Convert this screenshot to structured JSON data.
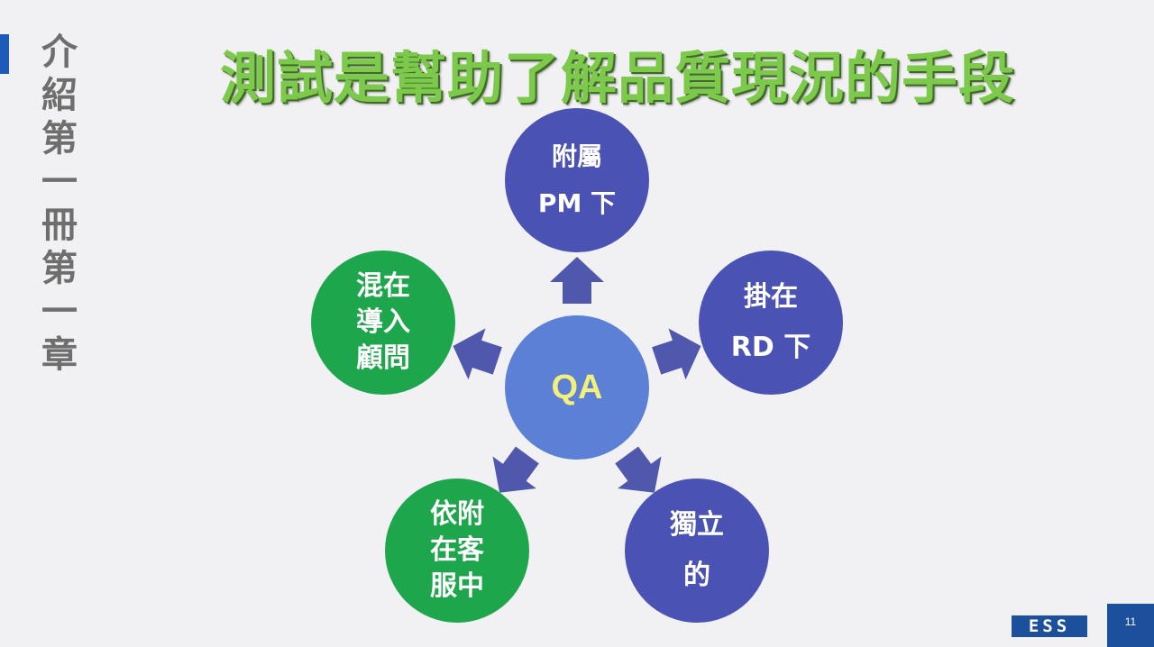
{
  "side_title": "介紹第一冊第一章",
  "title": "測試是幫助了解品質現況的手段",
  "center": {
    "label": "QA"
  },
  "nodes": [
    {
      "id": "pm",
      "lines": [
        "附屬",
        "PM 下"
      ],
      "color": "#4a52b4"
    },
    {
      "id": "rd",
      "lines": [
        "掛在",
        "RD 下"
      ],
      "color": "#4a52b4"
    },
    {
      "id": "independent",
      "lines": [
        "獨立",
        "的"
      ],
      "color": "#4a52b4"
    },
    {
      "id": "cs",
      "lines": [
        "依附",
        "在客",
        "服中"
      ],
      "color": "#1ea64d"
    },
    {
      "id": "consultant",
      "lines": [
        "混在",
        "導入",
        "顧問"
      ],
      "color": "#1ea64d"
    }
  ],
  "colors": {
    "center_fill": "#5c80d6",
    "center_text": "#f2ef7a",
    "arrow": "#5058ae",
    "title": "#7cc94c"
  },
  "footer": {
    "logo": "ESS",
    "page_number": "11"
  }
}
